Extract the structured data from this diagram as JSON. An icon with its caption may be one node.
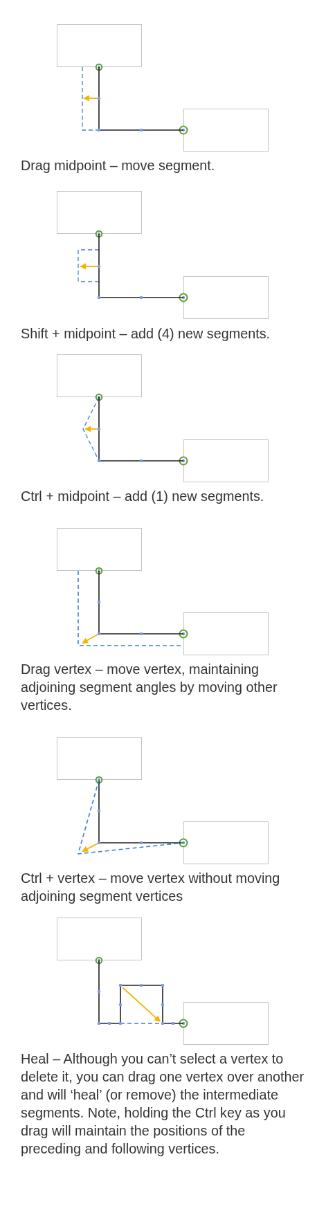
{
  "diagram": {
    "nodes": [
      {
        "text": [],
        "shape": "box"
      },
      {
        "text": [],
        "shape": "box"
      },
      {
        "text": [],
        "shape": "box"
      },
      {
        "text": [],
        "shape": "box"
      },
      {
        "text": [],
        "shape": "box"
      },
      {
        "text": [],
        "shape": "box"
      },
      {
        "text": [],
        "shape": "box"
      },
      {
        "text": [],
        "shape": "box"
      },
      {
        "text": [],
        "shape": "box"
      },
      {
        "text": [],
        "shape": "box"
      },
      {
        "text": [],
        "shape": "box"
      },
      {
        "text": [],
        "shape": "box"
      }
    ],
    "edges": [
      {
        "from": 0,
        "to": 1,
        "arrow": "none"
      },
      {
        "from": 2,
        "to": 3,
        "arrow": "none"
      },
      {
        "from": 4,
        "to": 5,
        "arrow": "none"
      },
      {
        "from": 6,
        "to": 7,
        "arrow": "none"
      },
      {
        "from": 6,
        "to": 7,
        "arrow": "none",
        "style": "dashed",
        "color": "#3f7fd8"
      },
      {
        "from": 8,
        "to": 9,
        "arrow": "none"
      },
      {
        "from": 8,
        "to": 9,
        "arrow": "none",
        "style": "dashed",
        "color": "#3f7fd8"
      },
      {
        "from": 10,
        "to": 11,
        "arrow": "none"
      }
    ],
    "labels": [
      "Drag midpoint – move segment.",
      "Shift + midpoint – add (4) new segments.",
      "Ctrl + midpoint – add (1) new segments.",
      "Drag vertex – move vertex, maintaining adjoining segment angles by moving other vertices.",
      "Ctrl + vertex – move vertex without moving adjoining segment vertices",
      "Heal – Although you can’t select a vertex to delete it, you can drag one vertex over another and will ‘heal’ (or remove) the intermediate segments. Note, holding the Ctrl key as you drag will maintain the positions of the preceding and following vertices."
    ]
  }
}
